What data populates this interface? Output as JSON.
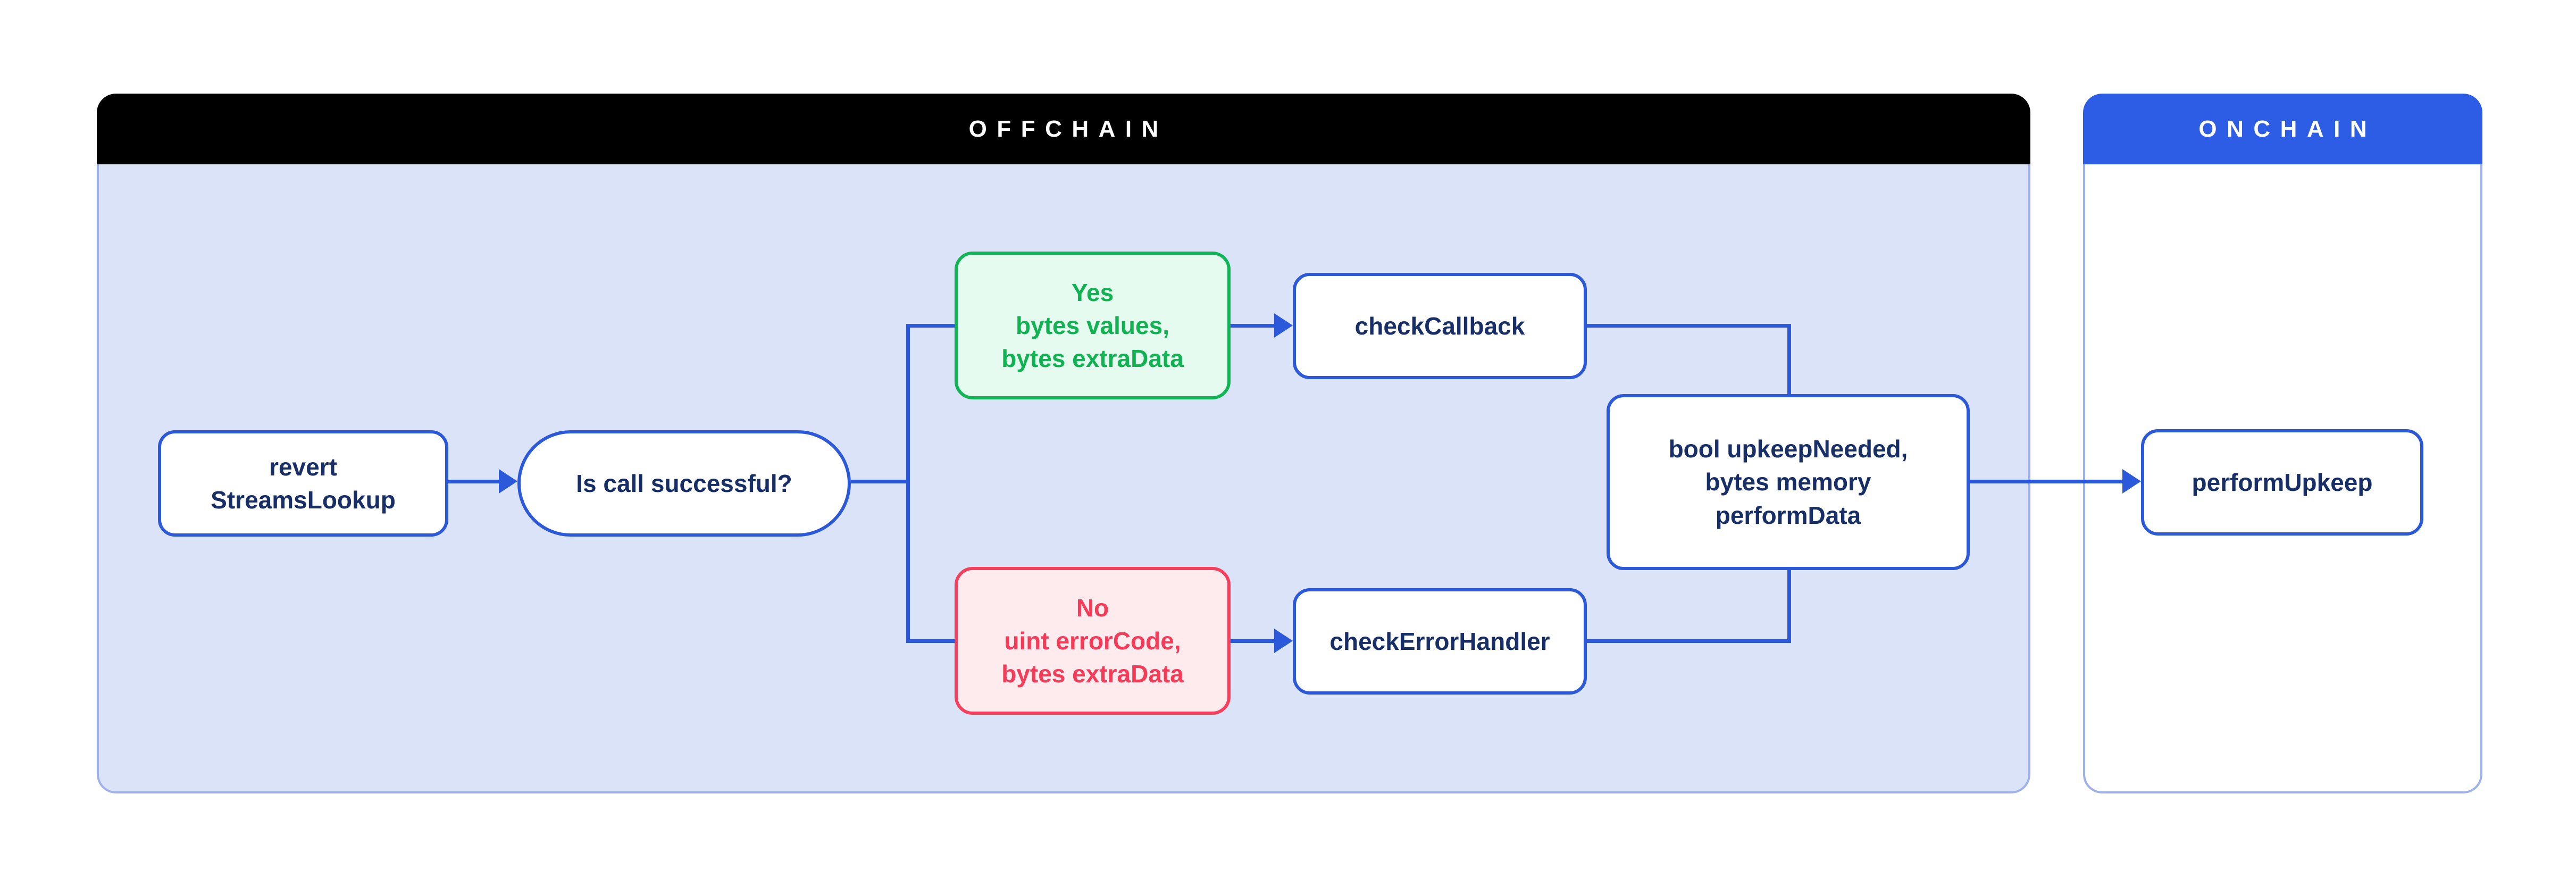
{
  "colors": {
    "canvas_bg": "#ffffff",
    "connector_blue": "#2b59d9",
    "node_border_blue": "#2b59d9",
    "navy_text": "#182e66",
    "container_border": "#9fb1ea",
    "offchain_header_bg": "#000000",
    "offchain_body_bg": "#dae3f8",
    "onchain_header_bg": "#2d5ce5",
    "onchain_body_bg": "#ffffff",
    "header_text": "#ffffff",
    "green_border": "#12b556",
    "green_bg": "#e6fbef",
    "green_text": "#10b251",
    "red_border": "#f4405c",
    "red_bg": "#fdebee",
    "red_text": "#f43b58"
  },
  "offchain": {
    "title": "OFFCHAIN"
  },
  "onchain": {
    "title": "ONCHAIN"
  },
  "nodes": {
    "revert_streams_lookup": {
      "lines": [
        "revert",
        "StreamsLookup"
      ]
    },
    "decision": {
      "label": "Is call successful?"
    },
    "yes_branch": {
      "lines": [
        "Yes",
        "bytes values,",
        "bytes extraData"
      ]
    },
    "check_callback": {
      "label": "checkCallback"
    },
    "no_branch": {
      "lines": [
        "No",
        "uint errorCode,",
        "bytes extraData"
      ]
    },
    "check_error_handler": {
      "label": "checkErrorHandler"
    },
    "upkeep_result": {
      "lines": [
        "bool upkeepNeeded,",
        "bytes memory",
        "performData"
      ]
    },
    "perform_upkeep": {
      "label": "performUpkeep"
    }
  }
}
